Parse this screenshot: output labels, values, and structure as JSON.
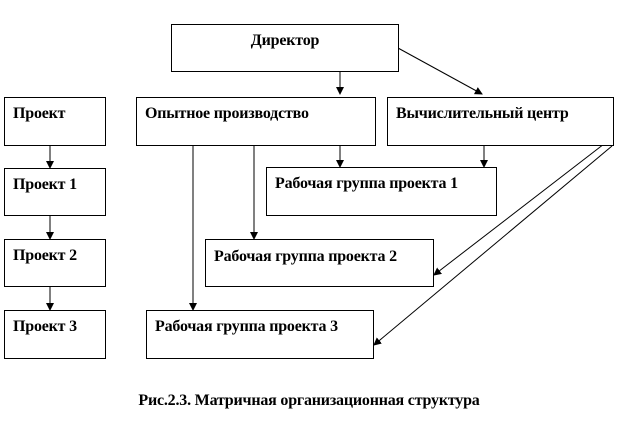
{
  "boxes": {
    "director": "Директор",
    "project": "Проект",
    "experimental": "Опытное производство",
    "computing": "Вычислительный центр",
    "project1": "Проект 1",
    "project2": "Проект 2",
    "project3": "Проект 3",
    "workgroup1": "Рабочая группа проекта 1",
    "workgroup2": "Рабочая группа проекта 2",
    "workgroup3": "Рабочая группа проекта 3"
  },
  "caption": "Рис.2.3. Матричная организационная структура"
}
